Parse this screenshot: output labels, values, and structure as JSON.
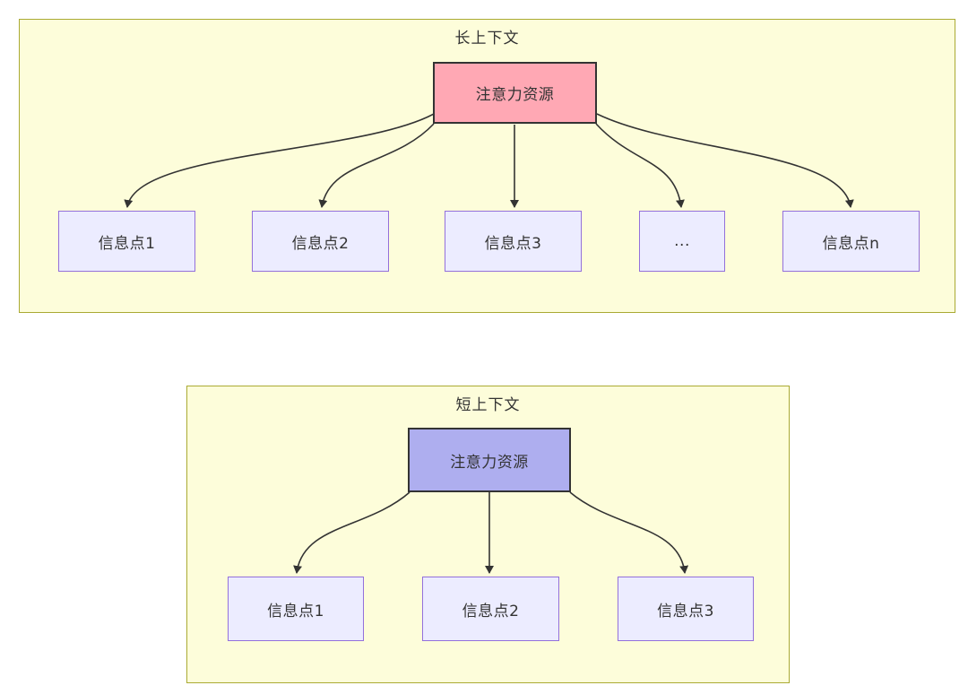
{
  "diagrams": {
    "long": {
      "title": "长上下文",
      "attention_label": "注意力资源",
      "children": [
        "信息点1",
        "信息点2",
        "信息点3",
        "...",
        "信息点n"
      ]
    },
    "short": {
      "title": "短上下文",
      "attention_label": "注意力资源",
      "children": [
        "信息点1",
        "信息点2",
        "信息点3"
      ]
    }
  },
  "colors": {
    "subgraph_fill": "#fdfdda",
    "subgraph_border": "#aaaa33",
    "info_node_fill": "#ececff",
    "info_node_border": "#9370db",
    "attention_long_fill": "#ffa8b4",
    "attention_short_fill": "#aeaeef",
    "attention_border": "#333333",
    "edge": "#333333",
    "text": "#333333"
  }
}
